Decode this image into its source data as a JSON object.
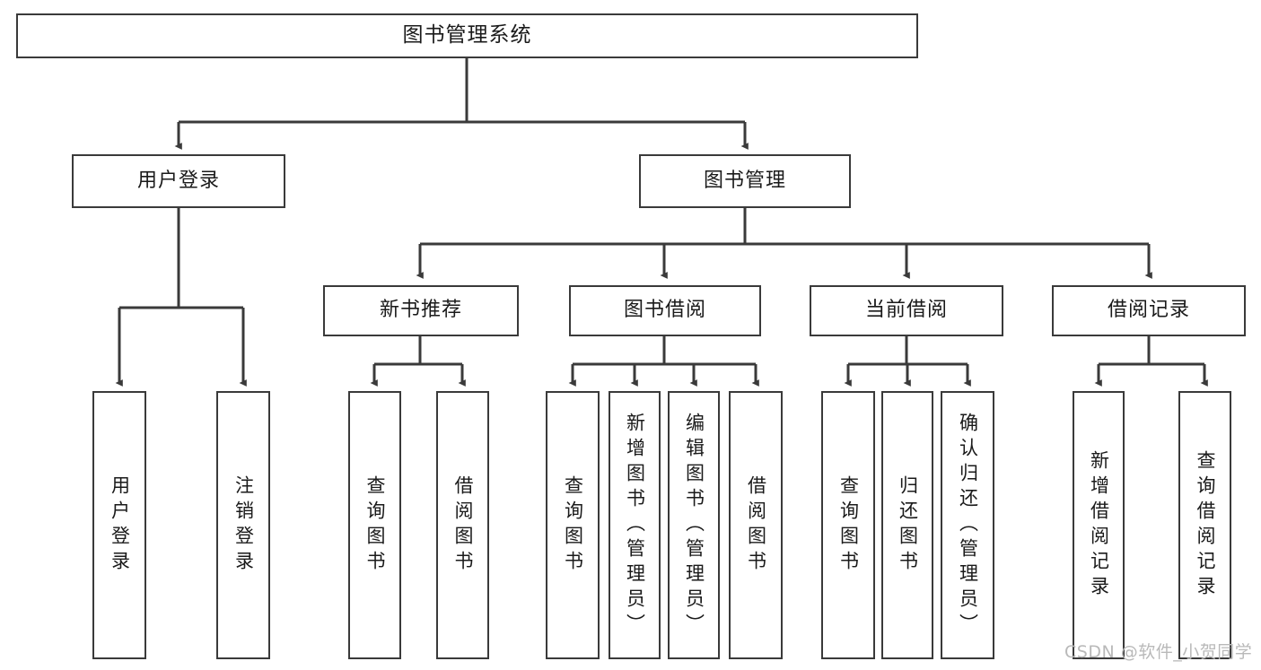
{
  "diagram": {
    "title": "图书管理系统",
    "type": "hierarchy-tree",
    "root": {
      "id": "root",
      "label": "图书管理系统",
      "orientation": "horizontal"
    },
    "level2": [
      {
        "id": "user-login",
        "label": "用户登录",
        "orientation": "horizontal"
      },
      {
        "id": "book-manage",
        "label": "图书管理",
        "orientation": "horizontal"
      }
    ],
    "level3": [
      {
        "id": "new-book-recommend",
        "label": "新书推荐",
        "orientation": "horizontal",
        "parent": "book-manage"
      },
      {
        "id": "book-borrow",
        "label": "图书借阅",
        "orientation": "horizontal",
        "parent": "book-manage"
      },
      {
        "id": "current-borrow",
        "label": "当前借阅",
        "orientation": "horizontal",
        "parent": "book-manage"
      },
      {
        "id": "borrow-record",
        "label": "借阅记录",
        "orientation": "horizontal",
        "parent": "book-manage"
      }
    ],
    "leaves": [
      {
        "id": "leaf-user-login",
        "label": "用户登录",
        "orientation": "vertical",
        "parent": "user-login"
      },
      {
        "id": "leaf-user-logout",
        "label": "注销登录",
        "orientation": "vertical",
        "parent": "user-login"
      },
      {
        "id": "leaf-query-book-1",
        "label": "查询图书",
        "orientation": "vertical",
        "parent": "new-book-recommend"
      },
      {
        "id": "leaf-borrow-book-1",
        "label": "借阅图书",
        "orientation": "vertical",
        "parent": "new-book-recommend"
      },
      {
        "id": "leaf-query-book-2",
        "label": "查询图书",
        "orientation": "vertical",
        "parent": "book-borrow"
      },
      {
        "id": "leaf-add-book",
        "label": "新增图书（管理员）",
        "orientation": "vertical",
        "parent": "book-borrow"
      },
      {
        "id": "leaf-edit-book",
        "label": "编辑图书（管理员）",
        "orientation": "vertical",
        "parent": "book-borrow"
      },
      {
        "id": "leaf-borrow-book-2",
        "label": "借阅图书",
        "orientation": "vertical",
        "parent": "book-borrow"
      },
      {
        "id": "leaf-query-book-3",
        "label": "查询图书",
        "orientation": "vertical",
        "parent": "current-borrow"
      },
      {
        "id": "leaf-return-book",
        "label": "归还图书",
        "orientation": "vertical",
        "parent": "current-borrow"
      },
      {
        "id": "leaf-confirm-return",
        "label": "确认归还（管理员）",
        "orientation": "vertical",
        "parent": "current-borrow"
      },
      {
        "id": "leaf-add-record",
        "label": "新增借阅记录",
        "orientation": "vertical",
        "parent": "borrow-record"
      },
      {
        "id": "leaf-query-record",
        "label": "查询借阅记录",
        "orientation": "vertical",
        "parent": "borrow-record"
      }
    ],
    "watermark": "CSDN @软件_小贺同学",
    "colors": {
      "stroke": "#3a3a3a",
      "text": "#1a1a1a",
      "background": "#ffffff",
      "watermark": "#b9b9b9"
    }
  }
}
